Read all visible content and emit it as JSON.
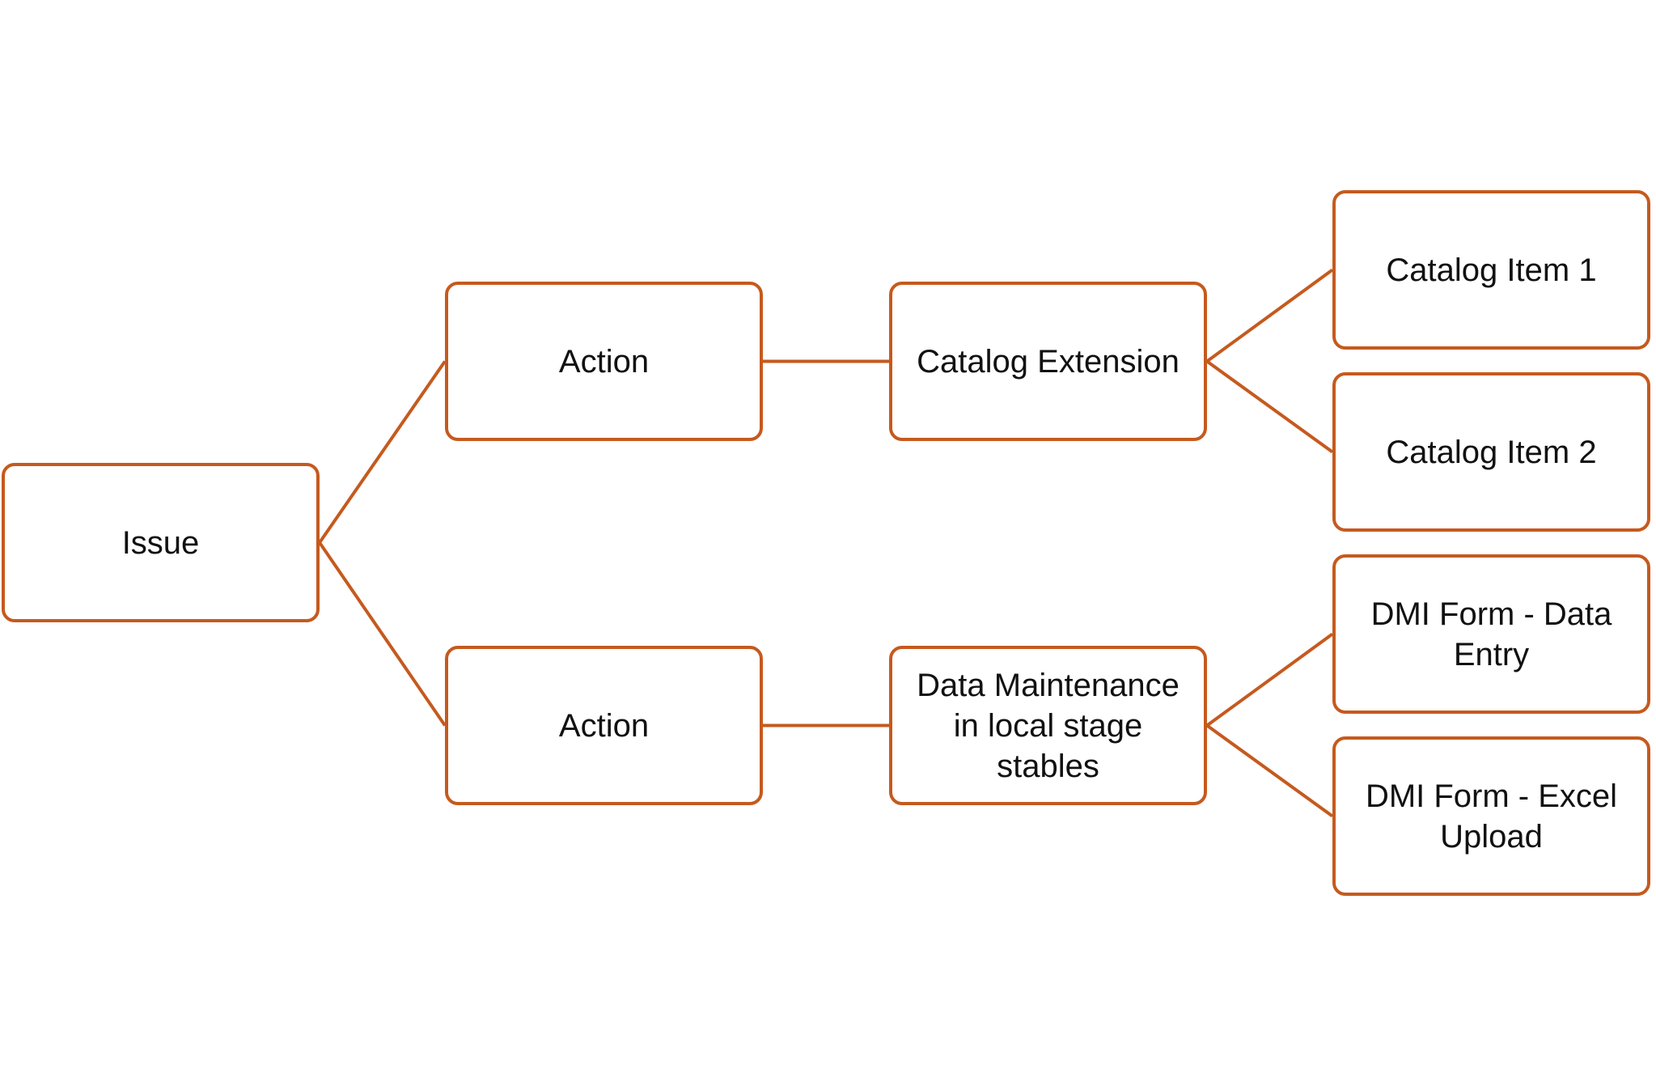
{
  "diagram": {
    "accent_color": "#c55a1e",
    "text_color": "#111111",
    "background_color": "#ffffff",
    "nodes": {
      "issue": {
        "label": "Issue"
      },
      "action_1": {
        "label": "Action"
      },
      "action_2": {
        "label": "Action"
      },
      "catalog_extension": {
        "label": "Catalog Extension"
      },
      "data_maintenance": {
        "label": "Data Maintenance in local stage stables"
      },
      "catalog_item_1": {
        "label": "Catalog Item 1"
      },
      "catalog_item_2": {
        "label": "Catalog Item 2"
      },
      "dmi_data_entry": {
        "label": "DMI Form - Data Entry"
      },
      "dmi_excel_upload": {
        "label": "DMI Form - Excel Upload"
      }
    },
    "edges": [
      {
        "from": "issue",
        "to": "action_1"
      },
      {
        "from": "issue",
        "to": "action_2"
      },
      {
        "from": "action_1",
        "to": "catalog_extension"
      },
      {
        "from": "action_2",
        "to": "data_maintenance"
      },
      {
        "from": "catalog_extension",
        "to": "catalog_item_1"
      },
      {
        "from": "catalog_extension",
        "to": "catalog_item_2"
      },
      {
        "from": "data_maintenance",
        "to": "dmi_data_entry"
      },
      {
        "from": "data_maintenance",
        "to": "dmi_excel_upload"
      }
    ]
  }
}
